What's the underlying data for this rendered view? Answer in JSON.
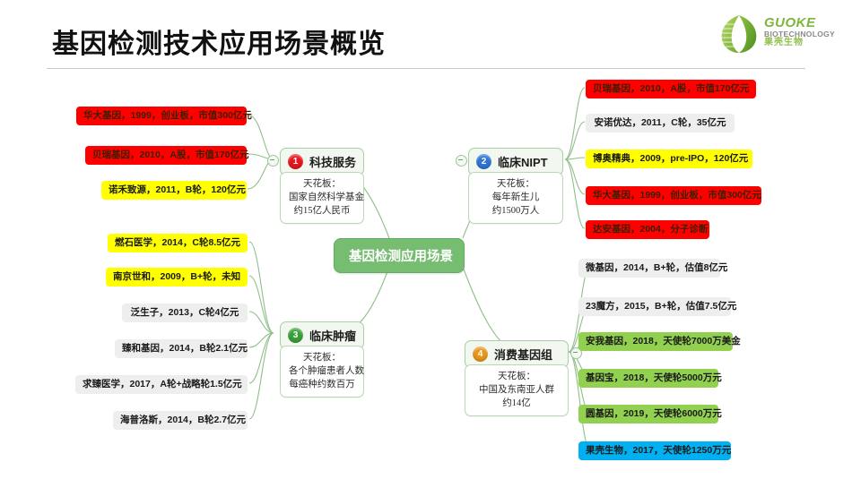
{
  "header": {
    "title": "基因检测技术应用场景概览"
  },
  "logo": {
    "icon": "leaf-logo-icon",
    "name_en": "GUOKE",
    "tagline_en": "BIOTECHNOLOGY",
    "name_cn": "果壳生物"
  },
  "colors": {
    "root_green": "#76bd72",
    "branch_fill": "#f2f8f0",
    "branch_border": "#a9cfa4",
    "connector": "#8fbf89",
    "badge_1": "#e8161c",
    "badge_2": "#2e75d4",
    "badge_3": "#3aa13a",
    "badge_4": "#e8971a",
    "leaf_red": "#ff0000",
    "leaf_yellow": "#ffff00",
    "leaf_gray": "#eeeeee",
    "leaf_green": "#92d050",
    "leaf_cyan": "#00b0f0",
    "logo_green": "#8fbf4a"
  },
  "mindmap": {
    "root": {
      "label": "基因检测应用场景"
    },
    "branches": [
      {
        "index": "1",
        "label": "科技服务",
        "note": "天花板：\n国家自然科学基金\n约15亿人民币",
        "note_lines": [
          "天花板：",
          "国家自然科学基金",
          "约15亿人民币"
        ],
        "leaves": [
          {
            "text": "华大基因，1999，创业板，市值300亿元",
            "color": "leaf_red"
          },
          {
            "text": "贝瑞基因，2010，A股，市值170亿元",
            "color": "leaf_red"
          },
          {
            "text": "诺禾致源，2011，B轮，120亿元",
            "color": "leaf_yellow"
          }
        ]
      },
      {
        "index": "2",
        "label": "临床NIPT",
        "note_lines": [
          "天花板：",
          "每年新生儿",
          "约1500万人"
        ],
        "leaves": [
          {
            "text": "贝瑞基因，2010，A股，市值170亿元",
            "color": "leaf_red"
          },
          {
            "text": "安诺优达，2011，C轮，35亿元",
            "color": "leaf_gray"
          },
          {
            "text": "博奥精典，2009，pre-IPO，120亿元",
            "color": "leaf_yellow"
          },
          {
            "text": "华大基因，1999，创业板，市值300亿元",
            "color": "leaf_red"
          },
          {
            "text": "达安基因，2004，分子诊断",
            "color": "leaf_red"
          }
        ]
      },
      {
        "index": "3",
        "label": "临床肿瘤",
        "note_lines": [
          "天花板：",
          "各个肿瘤患者人数",
          "每癌种约数百万"
        ],
        "leaves": [
          {
            "text": "燃石医学，2014，C轮8.5亿元",
            "color": "leaf_yellow"
          },
          {
            "text": "南京世和，2009，B+轮，未知",
            "color": "leaf_yellow"
          },
          {
            "text": "泛生子，2013，C轮4亿元",
            "color": "leaf_gray"
          },
          {
            "text": "臻和基因，2014，B轮2.1亿元",
            "color": "leaf_gray"
          },
          {
            "text": "求臻医学，2017，A轮+战略轮1.5亿元",
            "color": "leaf_gray"
          },
          {
            "text": "海普洛斯，2014，B轮2.7亿元",
            "color": "leaf_gray"
          }
        ]
      },
      {
        "index": "4",
        "label": "消费基因组",
        "note_lines": [
          "天花板：",
          "中国及东南亚人群",
          "约14亿"
        ],
        "leaves": [
          {
            "text": "微基因，2014，B+轮，估值8亿元",
            "color": "leaf_gray"
          },
          {
            "text": "23魔方，2015，B+轮，估值7.5亿元",
            "color": "leaf_gray"
          },
          {
            "text": "安我基因，2018，天使轮7000万美金",
            "color": "leaf_green"
          },
          {
            "text": "基因宝，2018，天使轮5000万元",
            "color": "leaf_green"
          },
          {
            "text": "圆基因，2019，天使轮6000万元",
            "color": "leaf_green"
          },
          {
            "text": "果壳生物，2017，天使轮1250万元",
            "color": "leaf_cyan"
          }
        ]
      }
    ]
  }
}
